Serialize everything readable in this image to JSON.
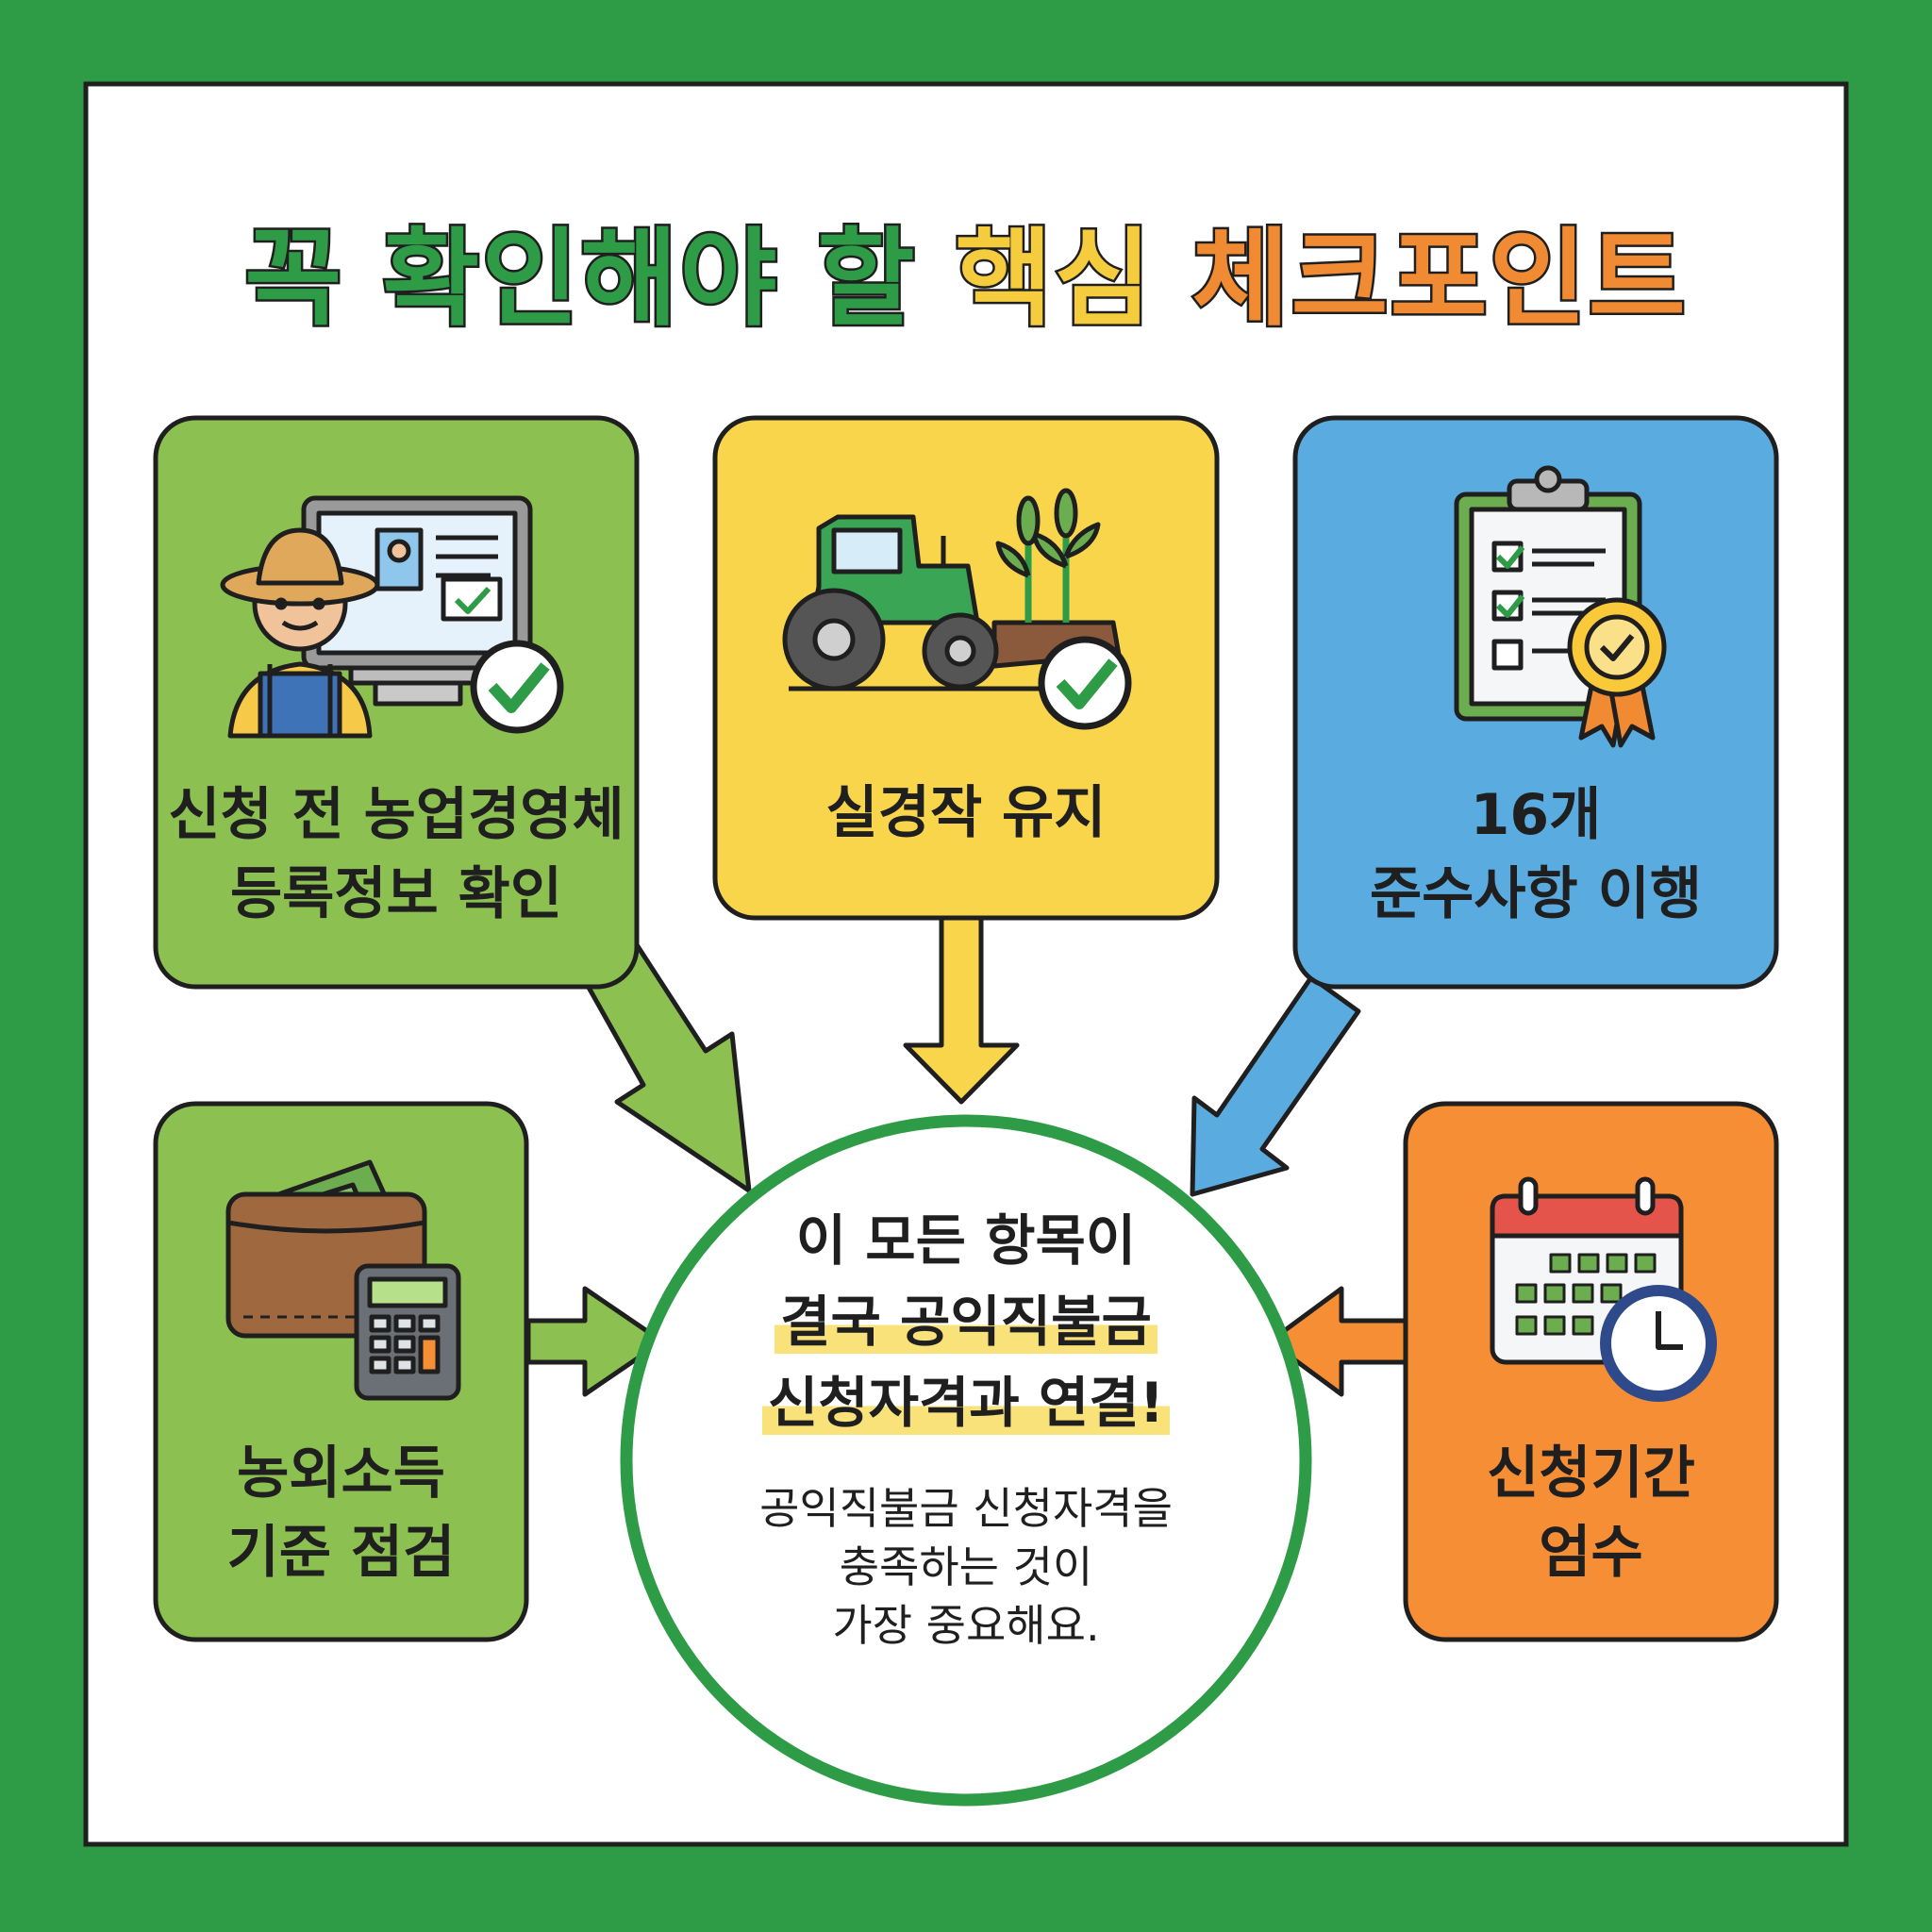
{
  "title": {
    "parts": [
      {
        "text": "꼭 확인해야 할 ",
        "color": "#2e9b46"
      },
      {
        "text": "핵심 ",
        "color": "#f5cc3d"
      },
      {
        "text": "체크포인트",
        "color": "#f08a33"
      }
    ]
  },
  "colors": {
    "frame": "#2e9b46",
    "green_card": "#8cc152",
    "yellow_card": "#f9d54b",
    "blue_card": "#5aace0",
    "orange_card": "#f58e35",
    "outline": "#1f1f1f"
  },
  "cards": {
    "registration": {
      "line1": "신청 전 농업경영체",
      "line2": "등록정보 확인",
      "icon": "farmer-computer-check-icon"
    },
    "farming": {
      "line1": "실경작 유지",
      "icon": "tractor-crops-check-icon"
    },
    "compliance": {
      "line1": "16개",
      "line2": "준수사항 이행",
      "icon": "clipboard-checklist-medal-icon"
    },
    "income": {
      "line1": "농외소득",
      "line2": "기준 점검",
      "icon": "wallet-calculator-icon"
    },
    "period": {
      "line1": "신청기간",
      "line2": "엄수",
      "icon": "calendar-clock-icon"
    }
  },
  "center": {
    "line1": "이 모든 항목이",
    "line2": "결국 공익직불금",
    "line3": "신청자격과 연결!",
    "sub1": "공익직불금 신청자격을",
    "sub2": "충족하는 것이",
    "sub3": "가장 중요해요."
  }
}
